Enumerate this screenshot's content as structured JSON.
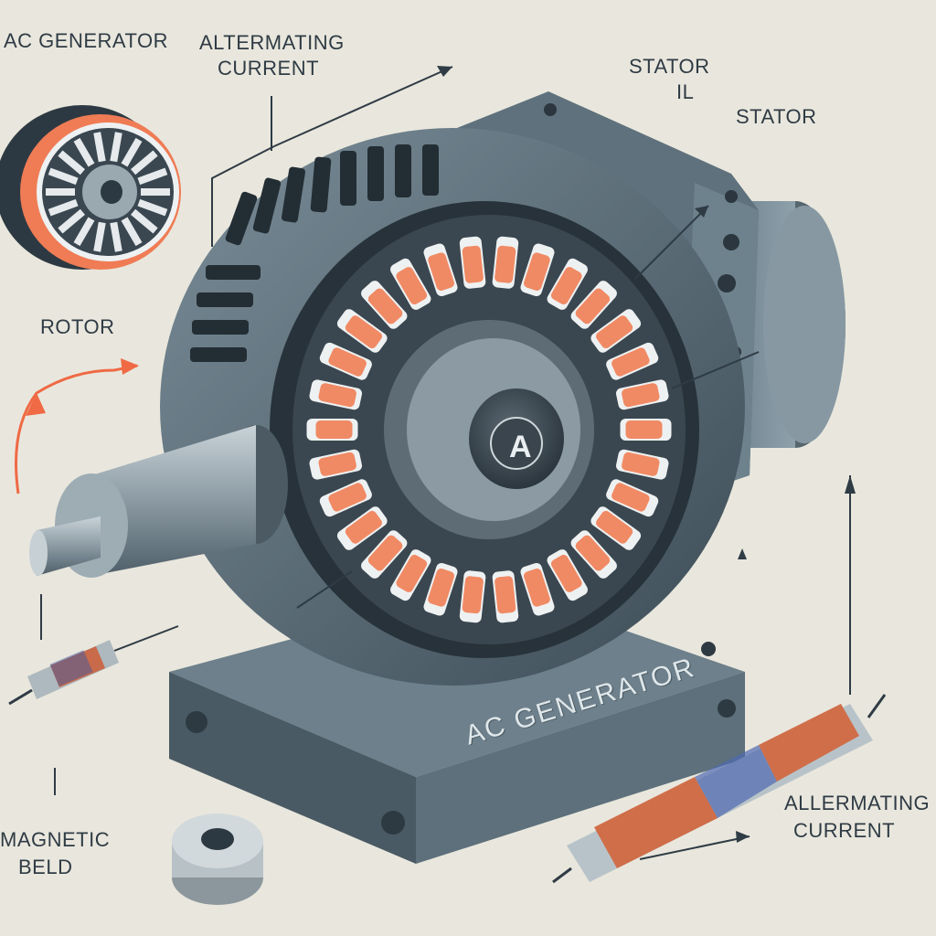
{
  "labels": {
    "ac_generator_top": "AC GENERATOR",
    "alternating_current_top_line1": "ALTERMATING",
    "alternating_current_top_line2": "CURRENT",
    "stator_top": "STATOR",
    "stator_il": "IL",
    "stator_right": "STATOR",
    "rotor": "ROTOR",
    "magnetic_field_line1": "MAGNETIC",
    "magnetic_field_line2": "BELD",
    "alternating_current_bottom_line1": "ALLERMATING",
    "alternating_current_bottom_line2": "CURRENT",
    "base_plate_text": "AC GENERATOR",
    "hub_letter": "A"
  },
  "colors": {
    "background": "#e9e7dd",
    "housing": "#5b6e7a",
    "housing_dark": "#3e4e58",
    "coil_copper": "#f08a64",
    "accent_arrow": "#ef6a45"
  }
}
